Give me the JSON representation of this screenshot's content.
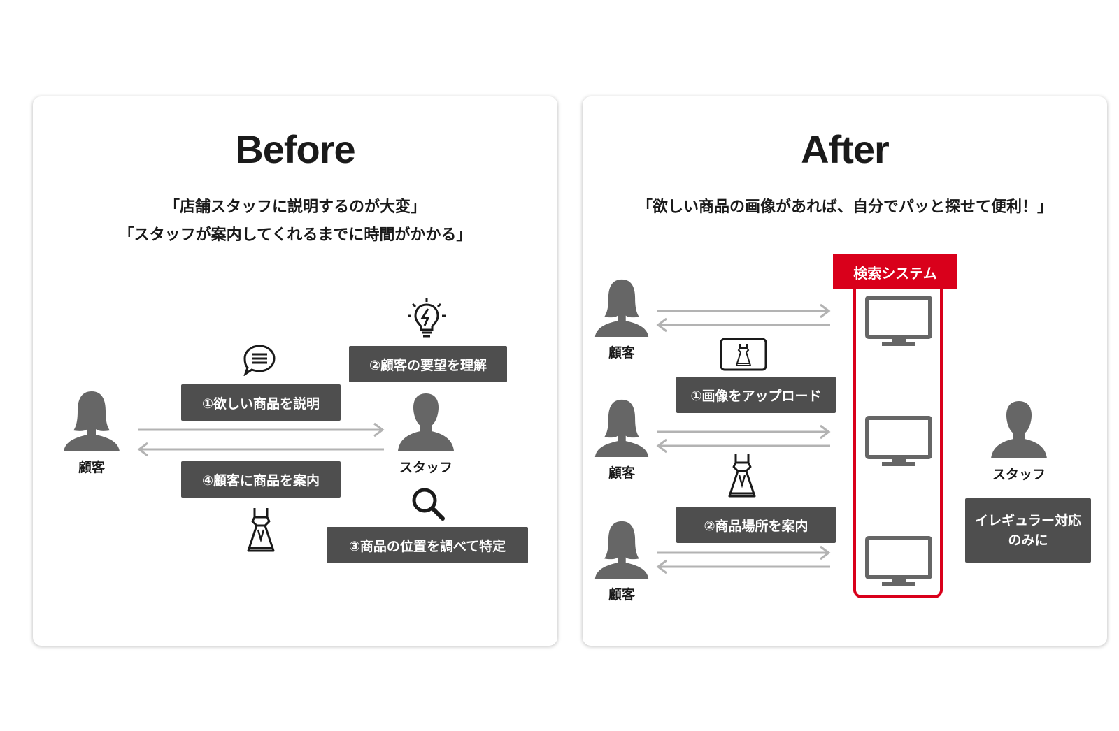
{
  "before": {
    "title": "Before",
    "quote_lines": [
      "「店舗スタッフに説明するのが大変」",
      "「スタッフが案内してくれるまでに時間がかかる」"
    ],
    "customer_label": "顧客",
    "staff_label": "スタッフ",
    "steps": [
      "①欲しい商品を説明",
      "②顧客の要望を理解",
      "③商品の位置を調べて特定",
      "④顧客に商品を案内"
    ]
  },
  "after": {
    "title": "After",
    "quote": "「欲しい商品の画像があれば、自分でパッと探せて便利！」",
    "system_label": "検索システム",
    "customer_labels": [
      "顧客",
      "顧客",
      "顧客"
    ],
    "staff_label": "スタッフ",
    "steps": [
      "①画像をアップロード",
      "②商品場所を案内"
    ],
    "staff_note_lines": [
      "イレギュラー対応",
      "のみに"
    ]
  },
  "colors": {
    "accent_red": "#d9001b",
    "box_gray": "#4e4e4e",
    "person_gray": "#666666",
    "arrow_gray": "#b3b3b3"
  }
}
